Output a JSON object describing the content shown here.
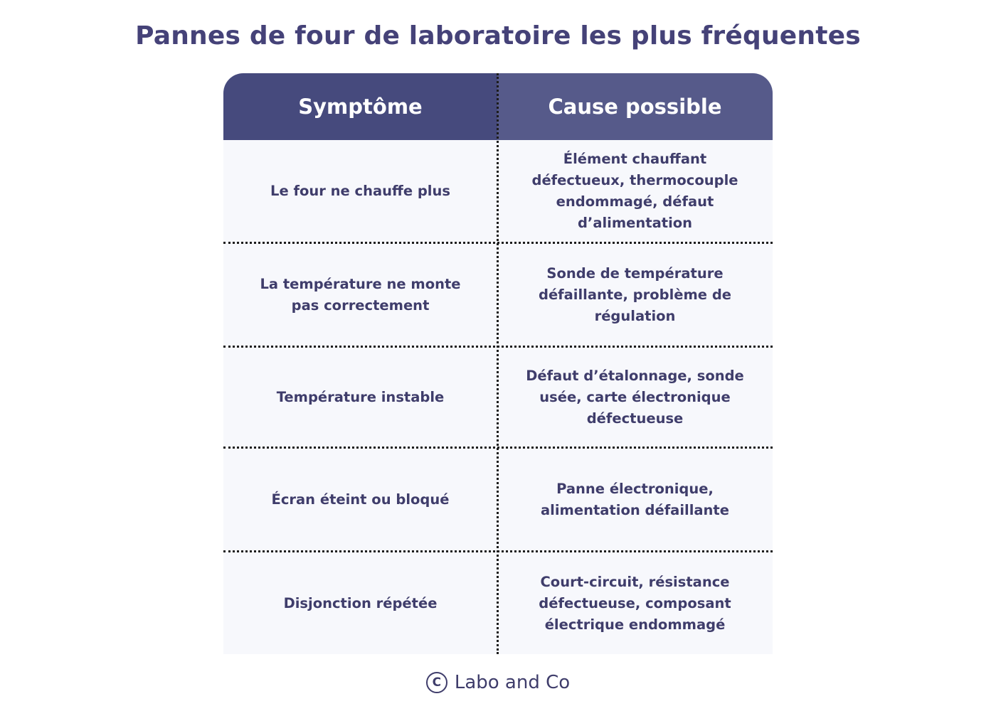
{
  "title": "Pannes de four de laboratoire les plus fréquentes",
  "table": {
    "headers": [
      "Symptôme",
      "Cause possible"
    ],
    "rows": [
      {
        "symptom": "Le four ne chauffe plus",
        "cause": "Élément chauffant défectueux, thermocouple endommagé, défaut d’alimentation"
      },
      {
        "symptom": "La température ne monte pas correctement",
        "cause": "Sonde de température défaillante, problème de régulation"
      },
      {
        "symptom": "Température instable",
        "cause": "Défaut d’étalonnage, sonde usée, carte électronique défectueuse"
      },
      {
        "symptom": "Écran éteint ou bloqué",
        "cause": "Panne électronique, alimentation défaillante"
      },
      {
        "symptom": "Disjonction répétée",
        "cause": "Court-circuit, résistance défectueuse, composant électrique endommagé"
      }
    ]
  },
  "footer": {
    "icon": "copyright-icon",
    "copyright_symbol": "C",
    "text": "Labo and Co"
  }
}
